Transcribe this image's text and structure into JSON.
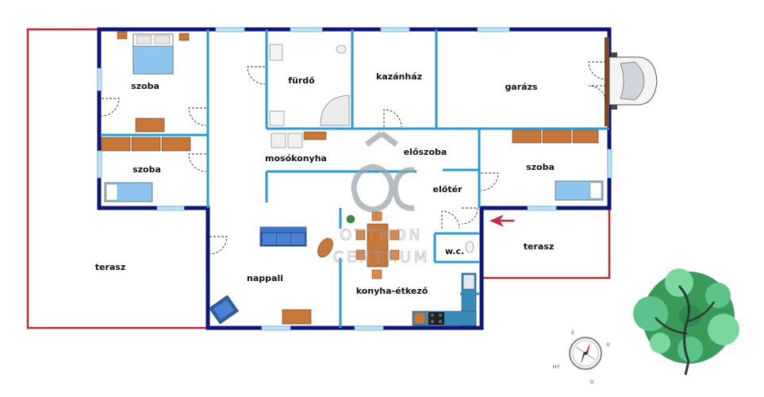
{
  "rooms": {
    "szoba_1": "szoba",
    "szoba_2": "szoba",
    "szoba_3": "szoba",
    "furdo": "fürdő",
    "kazanhaz": "kazánház",
    "garazs": "garázs",
    "mosokonyha": "mosókonyha",
    "eloszoba": "előszoba",
    "eloter": "előtér",
    "wc": "w.c.",
    "terasz_left": "terasz",
    "terasz_right": "terasz",
    "nappali": "nappali",
    "konyha_etkezo": "konyha-étkező"
  },
  "watermark": {
    "logo": "OC",
    "line1": "OTTHON",
    "line2": "CENTRUM"
  },
  "compass": {
    "north": "É",
    "east": "K",
    "south": "D",
    "west": "NY"
  },
  "colors": {
    "outer_wall": "#0d1577",
    "inner_wall": "#2a9bd0",
    "terrace_line": "#c0262d",
    "furniture_wood": "#c7773a",
    "bed_blue": "#8ec5ee"
  }
}
